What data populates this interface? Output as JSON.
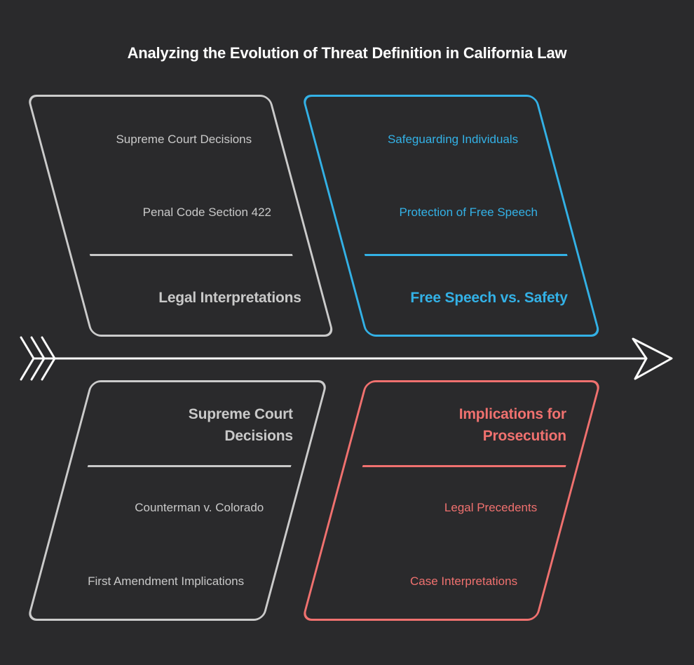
{
  "title": "Analyzing the Evolution of Threat Definition in California Law",
  "palette": {
    "background": "#2a2a2c",
    "gray": "#c9c9c9",
    "blue": "#33b1e6",
    "red": "#f0716f",
    "arrow_white": "#fafafa"
  },
  "icons": {
    "fletching": "triple-chevron-icon",
    "head": "open-arrowhead-icon"
  },
  "boxes": [
    {
      "id": "legal-interpretations",
      "heading": "Legal Interpretations",
      "items": [
        "Supreme Court Decisions",
        "Penal Code Section 422"
      ],
      "color": "gray",
      "position": "top-left"
    },
    {
      "id": "free-speech-vs-safety",
      "heading": "Free Speech vs. Safety",
      "items": [
        "Safeguarding Individuals",
        "Protection of Free Speech"
      ],
      "color": "blue",
      "position": "top-right"
    },
    {
      "id": "supreme-court-decisions",
      "heading": "Supreme Court\nDecisions",
      "items": [
        "Counterman v. Colorado",
        "First Amendment Implications"
      ],
      "color": "gray",
      "position": "bottom-left"
    },
    {
      "id": "implications-for-prosecution",
      "heading": "Implications for\nProsecution",
      "items": [
        "Legal Precedents",
        "Case Interpretations"
      ],
      "color": "red",
      "position": "bottom-right"
    }
  ]
}
